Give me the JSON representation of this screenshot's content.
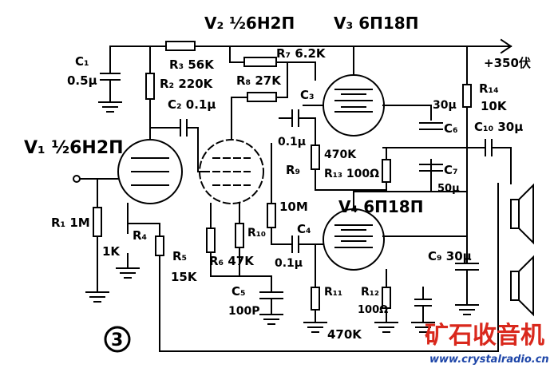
{
  "diagram": {
    "labels": {
      "v2": "V₂ ½6H2П",
      "v3": "V₃ 6П18П",
      "v1": "V₁ ½6H2П",
      "v4": "V₄ 6П18П",
      "supply": "+350伏",
      "c1": "C₁",
      "c1v": "0.5μ",
      "r3": "R₃ 56K",
      "r2": "R₂ 220K",
      "r7": "R₇ 6.2K",
      "r8": "R₈ 27K",
      "c2": "C₂ 0.1μ",
      "c3": "C₃",
      "c3v": "0.1μ",
      "r14": "R₁₄",
      "r14v": "10K",
      "c6v": "30μ",
      "c6": "C₆",
      "c10": "C₁₀ 30μ",
      "r9v": "470K",
      "r9": "R₉",
      "r13": "R₁₃ 100Ω",
      "c7": "C₇",
      "c7v": "50μ",
      "r1": "R₁ 1M",
      "r10v": "10M",
      "r10": "R₁₀",
      "c4": "C₄",
      "k1": "1K",
      "r4": "R₄",
      "r5": "R₅",
      "r5v": "15K",
      "r6": "R₆ 47K",
      "c4v": "0.1μ",
      "c9": "C₉ 30μ",
      "c5": "C₅",
      "c5v": "100P",
      "r11": "R₁₁",
      "r12": "R₁₂",
      "r12v": "100Ω",
      "r11v": "470K",
      "fig": "3"
    },
    "watermark": {
      "cn": "矿石收音机",
      "url": "www.crystalradio.cn"
    },
    "colors": {
      "ink": "#000000",
      "watermark_red": "#d9281c",
      "watermark_blue": "#1e46a8"
    }
  }
}
